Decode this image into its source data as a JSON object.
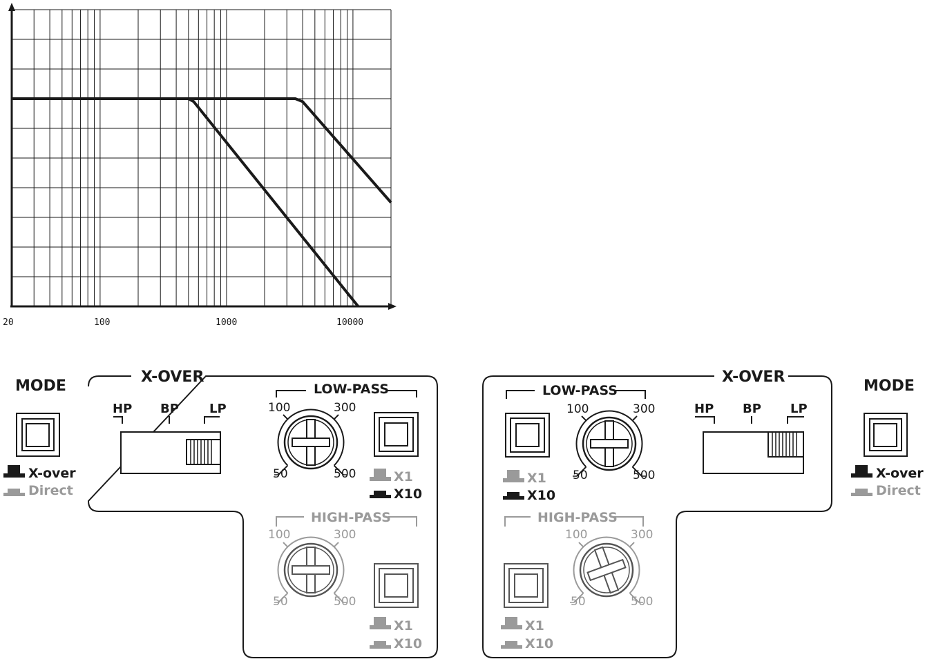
{
  "chart_data": {
    "type": "line",
    "x_scale": "log",
    "x_ticks": [
      "20",
      "100",
      "1000",
      "10000"
    ],
    "xlim": [
      20,
      20000
    ],
    "grid": true,
    "series": [
      {
        "x": [
          20,
          500,
          550,
          11000
        ],
        "y": [
          0.7,
          0.7,
          0.69,
          0.0
        ]
      },
      {
        "x": [
          20,
          3500,
          4000,
          20000
        ],
        "y": [
          0.7,
          0.7,
          0.69,
          0.35
        ]
      }
    ]
  },
  "left_panel": {
    "mode_title": "MODE",
    "mode_options": [
      "X-over",
      "Direct"
    ],
    "xover_title": "X-OVER",
    "switch_labels": [
      "HP",
      "BP",
      "LP"
    ],
    "switch_position": "LP",
    "lowpass": {
      "title": "LOW-PASS",
      "scale": [
        "100",
        "300",
        "50",
        "500"
      ],
      "mult": [
        "X1",
        "X10"
      ],
      "selected": "X10"
    },
    "highpass": {
      "title": "HIGH-PASS",
      "scale": [
        "100",
        "300",
        "50",
        "500"
      ],
      "mult": [
        "X1",
        "X10"
      ]
    }
  },
  "right_panel": {
    "mode_title": "MODE",
    "mode_options": [
      "X-over",
      "Direct"
    ],
    "xover_title": "X-OVER",
    "switch_labels": [
      "HP",
      "BP",
      "LP"
    ],
    "switch_position": "LP",
    "lowpass": {
      "title": "LOW-PASS",
      "scale": [
        "100",
        "300",
        "50",
        "500"
      ],
      "mult": [
        "X1",
        "X10"
      ],
      "selected": "X10"
    },
    "highpass": {
      "title": "HIGH-PASS",
      "scale": [
        "100",
        "300",
        "50",
        "500"
      ],
      "mult": [
        "X1",
        "X10"
      ]
    }
  },
  "colors": {
    "ink": "#1a1a1a",
    "muted": "#9a9a9a"
  }
}
